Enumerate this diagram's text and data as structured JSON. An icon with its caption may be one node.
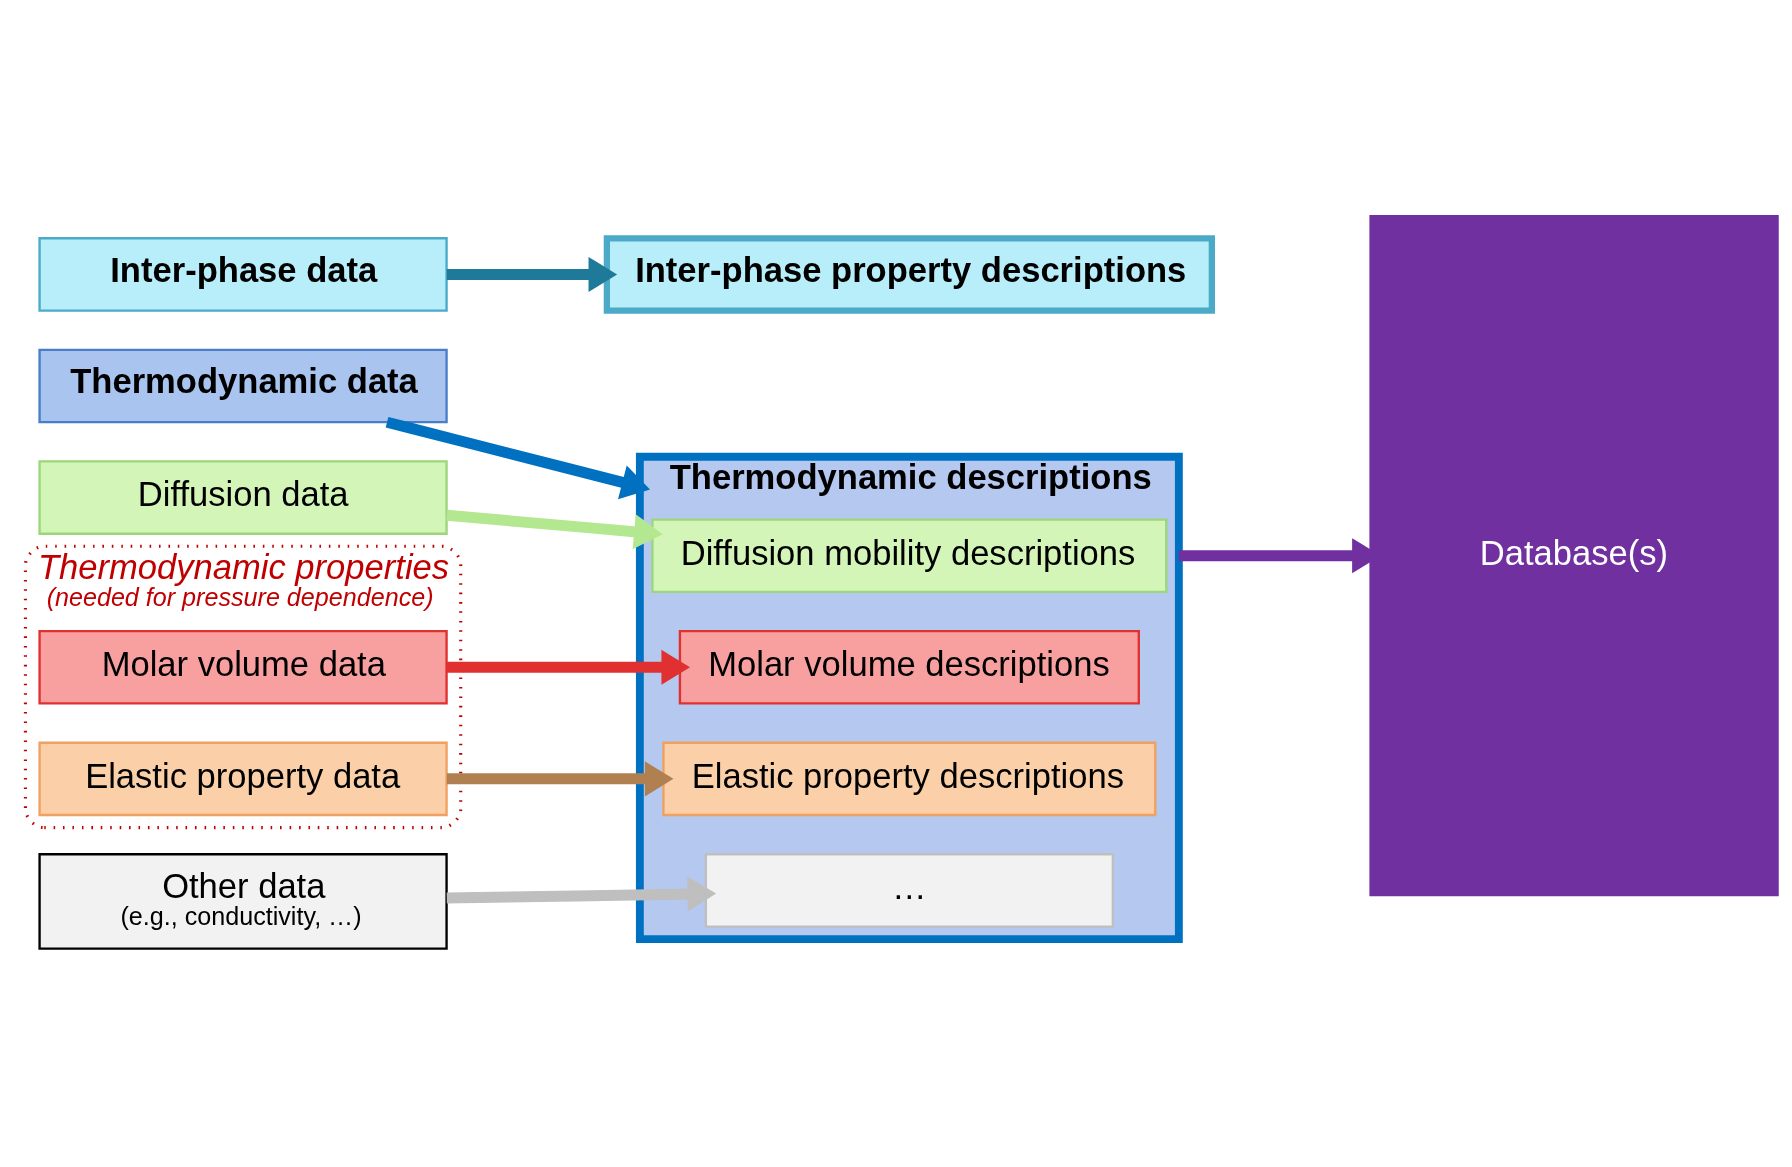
{
  "diagram": {
    "nodes": [
      {
        "text": [
          "Thermodynamic data"
        ]
      },
      {
        "text": [
          "Diffusion data"
        ]
      },
      {
        "text": [
          "Thermodynamic properties",
          "(needed for pressure dependence)"
        ]
      },
      {
        "text": [
          "Molar volume data"
        ],
        "in": 2
      },
      {
        "text": [
          "Elastic property data"
        ],
        "in": 2
      },
      {
        "text": [
          "Other data",
          "(e.g., conductivity, …)"
        ]
      },
      {
        "text": [
          "Inter-phase data"
        ]
      },
      {
        "text": [
          "Thermodynamic descriptions"
        ]
      },
      {
        "text": [
          "Diffusion mobility descriptions"
        ],
        "in": 7
      },
      {
        "text": [
          "Molar volume descriptions"
        ],
        "in": 7
      },
      {
        "text": [
          "Elastic property descriptions"
        ],
        "in": 7
      },
      {
        "text": [
          "…"
        ],
        "in": 7
      },
      {
        "text": [
          "Inter-phase property descriptions"
        ]
      },
      {
        "text": [
          "Database(s)"
        ]
      }
    ],
    "edges": [
      {
        "from": 0,
        "to": 7,
        "arrow": "to",
        "color": "#0070c0"
      },
      {
        "from": 1,
        "to": 8,
        "arrow": "to",
        "color": "#b4e890"
      },
      {
        "from": 3,
        "to": 9,
        "arrow": "to",
        "color": "#e03030"
      },
      {
        "from": 4,
        "to": 10,
        "arrow": "to",
        "color": "#b08050"
      },
      {
        "from": 5,
        "to": 11,
        "arrow": "to",
        "color": "#bfbfbf"
      },
      {
        "from": 6,
        "to": 12,
        "arrow": "to",
        "color": "#1f7a9a"
      },
      {
        "from": 7,
        "to": 13,
        "arrow": "to",
        "color": "#7030a0"
      }
    ]
  }
}
